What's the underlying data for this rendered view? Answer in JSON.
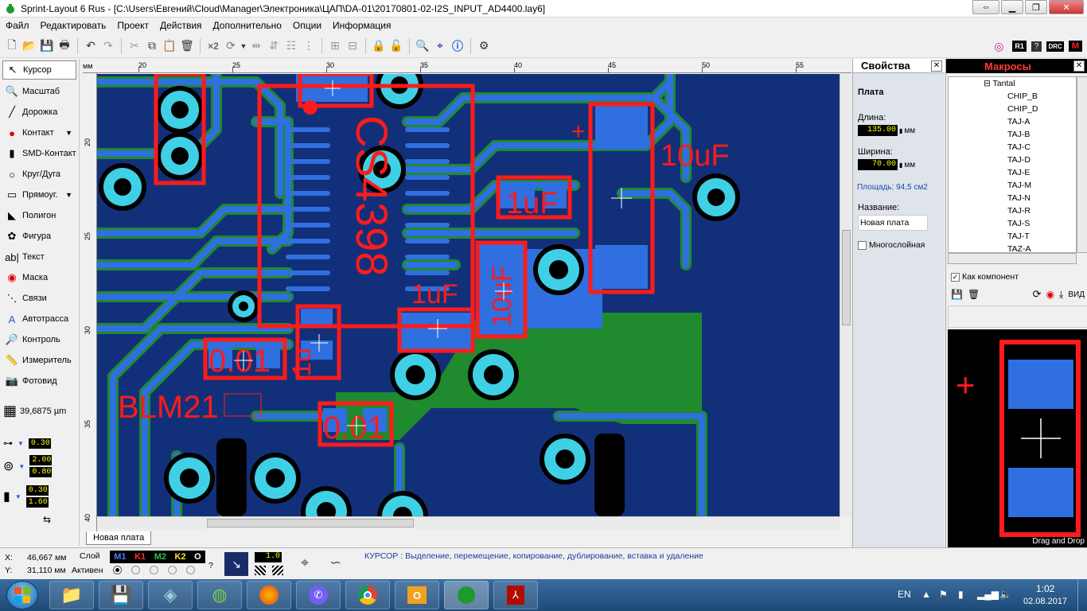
{
  "window": {
    "title": "Sprint-Layout 6 Rus - [C:\\Users\\Евгений\\Cloud\\Manager\\Электроника\\ЦАП\\DA-01\\20170801-02-I2S_INPUT_AD4400.lay6]",
    "minimize": "▁",
    "maximize": "❐",
    "close": "✕",
    "switch": "⇔"
  },
  "menu": [
    "Файл",
    "Редактировать",
    "Проект",
    "Действия",
    "Дополнительно",
    "Опции",
    "Информация"
  ],
  "toolbar": {
    "x2_label": "×2",
    "badges": [
      "R1",
      "DRC",
      "M"
    ]
  },
  "tools": [
    {
      "label": "Курсор",
      "icon": "cursor-icon",
      "glyph": "↖"
    },
    {
      "label": "Масштаб",
      "icon": "zoom-icon",
      "glyph": "🔍"
    },
    {
      "label": "Дорожка",
      "icon": "track-icon",
      "glyph": "╱"
    },
    {
      "label": "Контакт",
      "icon": "pad-icon",
      "glyph": "●",
      "dropdown": true
    },
    {
      "label": "SMD-Контакт",
      "icon": "smd-pad-icon",
      "glyph": "▮"
    },
    {
      "label": "Круг/Дуга",
      "icon": "circle-icon",
      "glyph": "○"
    },
    {
      "label": "Прямоуг.",
      "icon": "rect-icon",
      "glyph": "▭",
      "dropdown": true
    },
    {
      "label": "Полигон",
      "icon": "polygon-icon",
      "glyph": "◣"
    },
    {
      "label": "Фигура",
      "icon": "shape-icon",
      "glyph": "✿"
    },
    {
      "label": "Текст",
      "icon": "text-icon",
      "glyph": "ab|"
    },
    {
      "label": "Маска",
      "icon": "mask-icon",
      "glyph": "◉"
    },
    {
      "label": "Связи",
      "icon": "connections-icon",
      "glyph": "⋱"
    },
    {
      "label": "Автотрасса",
      "icon": "autoroute-icon",
      "glyph": "A"
    },
    {
      "label": "Контроль",
      "icon": "control-icon",
      "glyph": "🔎"
    },
    {
      "label": "Измеритель",
      "icon": "measure-icon",
      "glyph": "📏"
    },
    {
      "label": "Фотовид",
      "icon": "photoview-icon",
      "glyph": "📷"
    }
  ],
  "grid": {
    "value": "39,6875 µm"
  },
  "widths": {
    "track": "0.30",
    "pad_outer": "2.00",
    "pad_inner": "0.80",
    "smd_w": "0.30",
    "smd_h": "1.60"
  },
  "ruler": {
    "top_unit": "мм",
    "top_ticks": [
      "20",
      "25",
      "30",
      "35",
      "40",
      "45",
      "50",
      "55"
    ],
    "left_ticks": [
      "20",
      "25",
      "30",
      "35",
      "40"
    ]
  },
  "board_labels": {
    "chip": "CS4398",
    "c1": "1uF",
    "c2": "1uF",
    "c3": "10uF",
    "c4": "10uF",
    "r1": "0.01",
    "r2": "0.01",
    "rx": "1u",
    "ferrite": "BLM21",
    "polarity": "+"
  },
  "tab": "Новая плата",
  "properties": {
    "title": "Свойства",
    "section": "Плата",
    "length_label": "Длина:",
    "length": "135.00",
    "length_unit": "мм",
    "width_label": "Ширина:",
    "width": "70.00",
    "width_unit": "мм",
    "area": "Площадь: 94,5 см2",
    "name_label": "Название:",
    "name": "Новая плата",
    "multilayer": "Многослойная"
  },
  "macros": {
    "title": "Макросы",
    "group": "Tantal",
    "items": [
      "CHIP_B",
      "CHIP_D",
      "TAJ-A",
      "TAJ-B",
      "TAJ-C",
      "TAJ-D",
      "TAJ-E",
      "TAJ-M",
      "TAJ-N",
      "TAJ-R",
      "TAJ-S",
      "TAJ-T",
      "TAZ-A"
    ],
    "as_component": "Как компонент",
    "view": "ВИД",
    "drag_drop": "Drag and Drop",
    "preview_polarity": "+"
  },
  "status": {
    "x_label": "X:",
    "x": "46,667 мм",
    "y_label": "Y:",
    "y": "31,110 мм",
    "layer_label": "Слой",
    "active_label": "Активен",
    "layers": [
      "M1",
      "K1",
      "M2",
      "K2",
      "O"
    ],
    "help": "?",
    "scale": "1.0",
    "message": "КУРСОР  : Выделение, перемещение, копирование, дублирование, вставка и удаление"
  },
  "taskbar": {
    "lang": "EN",
    "time": "1:02",
    "date": "02.08.2017"
  },
  "colors": {
    "board": "#12307a",
    "copper": "#2f6fe0",
    "green": "#1f8a2e",
    "pad": "#3fd0e6",
    "silk": "#ff1b1b"
  }
}
